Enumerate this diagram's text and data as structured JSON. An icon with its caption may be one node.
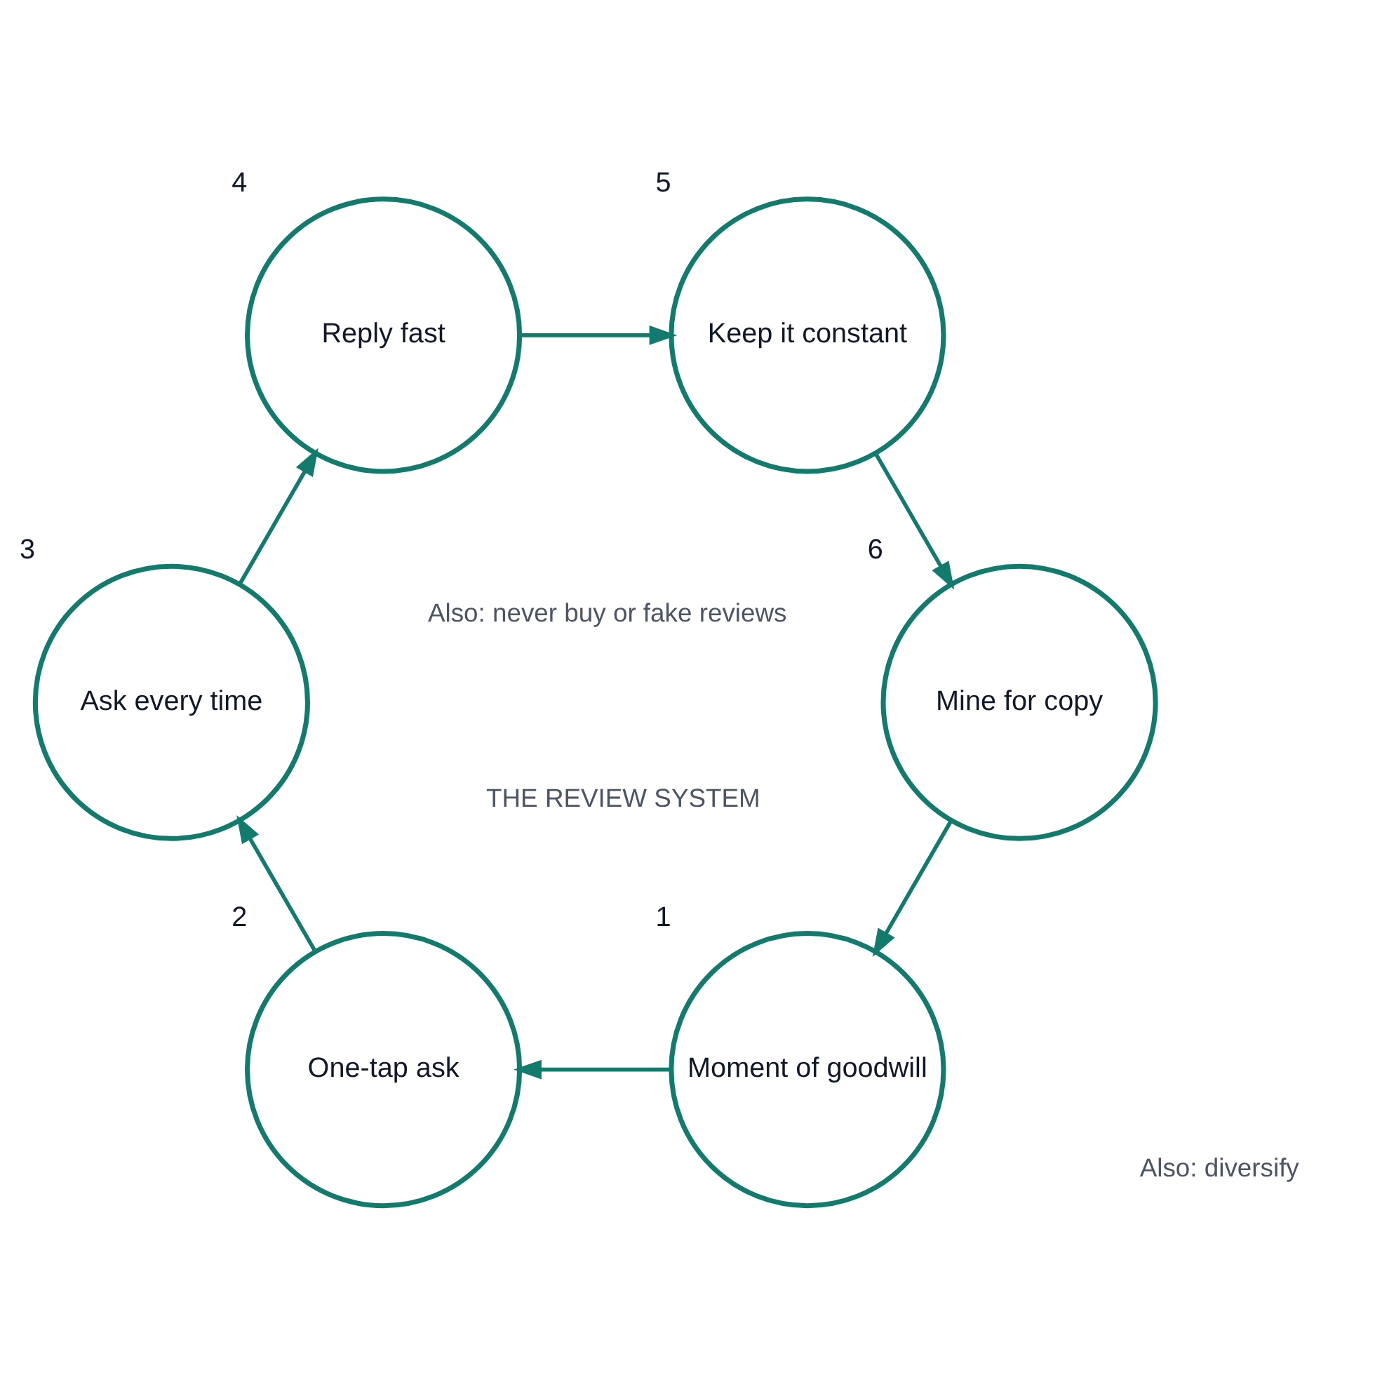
{
  "diagram": {
    "nodes": [
      {
        "text": [
          "Moment of goodwill"
        ],
        "beside": [
          "1"
        ]
      },
      {
        "text": [
          "One-tap ask"
        ],
        "beside": [
          "2"
        ]
      },
      {
        "text": [
          "Ask every time"
        ],
        "beside": [
          "3"
        ]
      },
      {
        "text": [
          "Reply fast"
        ],
        "beside": [
          "4"
        ]
      },
      {
        "text": [
          "Keep it constant"
        ],
        "beside": [
          "5"
        ]
      },
      {
        "text": [
          "Mine for copy"
        ],
        "beside": [
          "6"
        ]
      }
    ],
    "edges": [
      {
        "from": 0,
        "to": 1,
        "arrow": "to"
      },
      {
        "from": 1,
        "to": 2,
        "arrow": "to"
      },
      {
        "from": 2,
        "to": 3,
        "arrow": "to"
      },
      {
        "from": 3,
        "to": 4,
        "arrow": "to"
      },
      {
        "from": 4,
        "to": 5,
        "arrow": "to"
      },
      {
        "from": 5,
        "to": 0,
        "arrow": "to"
      }
    ],
    "labels": [
      "Also: diversify",
      "Also: never buy or fake reviews",
      "THE REVIEW SYSTEM"
    ]
  }
}
